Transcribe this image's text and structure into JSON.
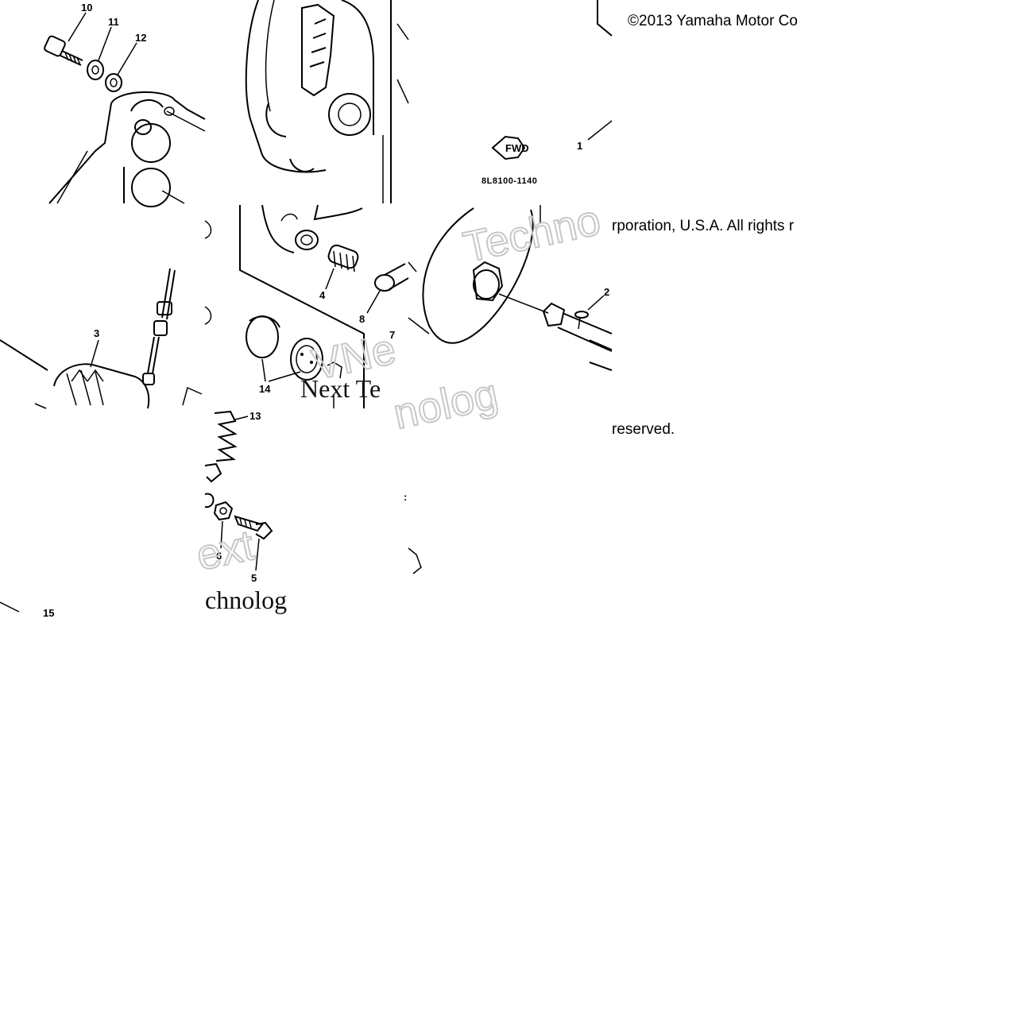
{
  "copyright": {
    "line1": "©2013 Yamaha Motor Co",
    "line2": "rporation, U.S.A. All rights r",
    "line3": "reserved."
  },
  "diagram_code": "8L8100-1140",
  "direction_tag": "FWD",
  "watermarks": {
    "a": "Techno",
    "b": "VNe",
    "c": "Next Te",
    "d": "nolog",
    "e": "ext",
    "f": "chnolog"
  },
  "part_labels": {
    "p1": "1",
    "p2": "2",
    "p3": "3",
    "p4": "4",
    "p5": "5",
    "p6": "6",
    "p7": "7",
    "p8": "8",
    "p10": "10",
    "p11": "11",
    "p12": "12",
    "p13": "13",
    "p14": "14",
    "p15": "15"
  }
}
